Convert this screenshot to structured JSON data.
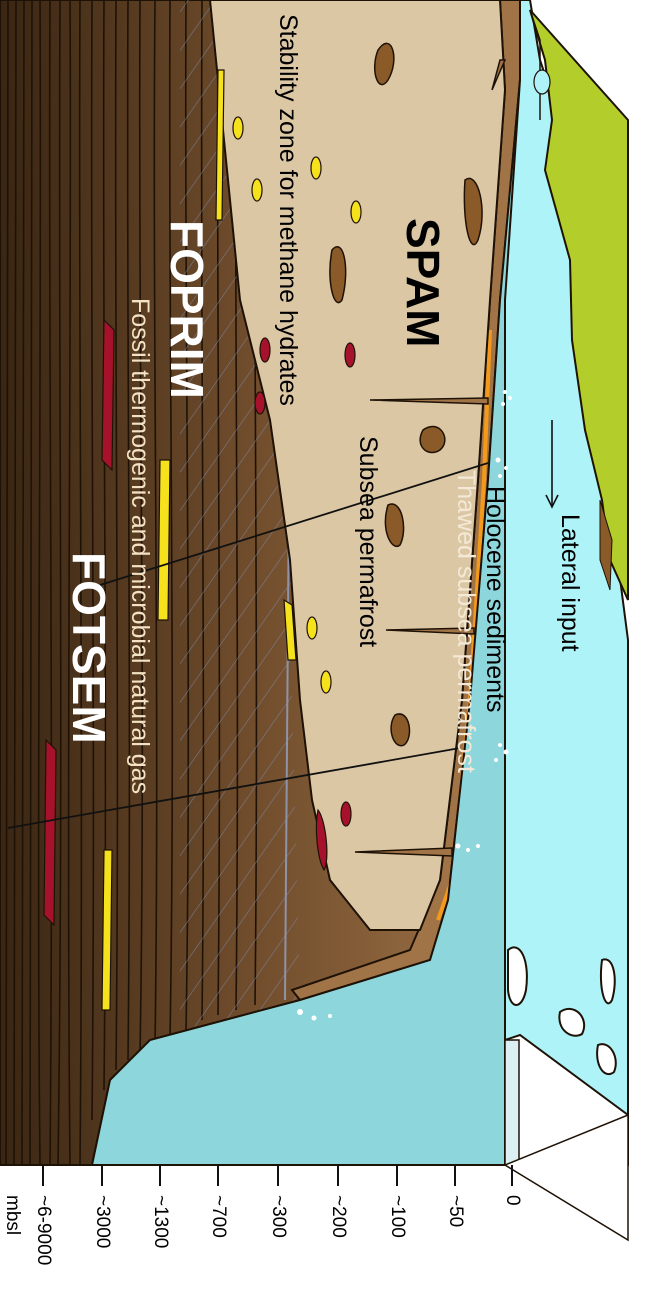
{
  "labels": {
    "lateral_input": "Lateral input",
    "holocene_sediments": "Holocene sediments",
    "thawed_permafrost": "Thawed subsea permafrost",
    "subsea_permafrost": "Subsea permafrost",
    "spam": "SPAM",
    "stability_zone": "Stability zone for methane hydrates",
    "foprim": "FOPRIM",
    "fossil_gas": "Fossil thermogenic and microbial natural gas",
    "fotsem": "FOTSEM"
  },
  "depth_axis": {
    "unit": "mbsl",
    "ticks": [
      "0",
      "~50",
      "~100",
      "~200",
      "~300",
      "~700",
      "~1300",
      "~3000",
      "~6-9000"
    ]
  },
  "colors": {
    "sea_shallow": "#aef3f7",
    "sea_deep": "#8dd7dc",
    "land": "#b3ce2a",
    "permafrost": "#dcc7a5",
    "sediment_brown": "#9b6b3c",
    "deep_rock": "#3b2714",
    "gas_yellow": "#f6e21c",
    "gas_red": "#a6122c"
  }
}
